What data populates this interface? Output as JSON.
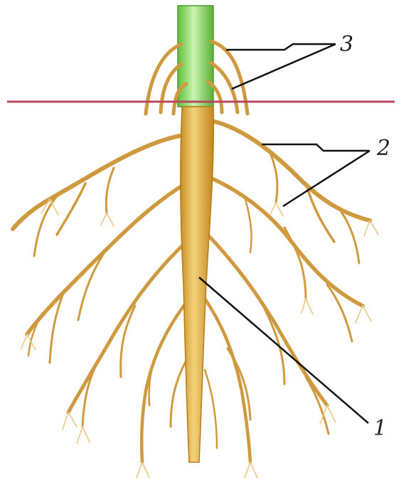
{
  "labels": {
    "one": "1",
    "two": "2",
    "three": "3"
  },
  "colors": {
    "stem": "#7ed957",
    "stem_highlight": "#c8f5b0",
    "taproot": "#d9a22c",
    "taproot_light": "#f1cf6b",
    "root": "#cf9a3f",
    "root_light": "#ecc985",
    "soil_line": "#b8495a",
    "pointer": "#111111"
  }
}
